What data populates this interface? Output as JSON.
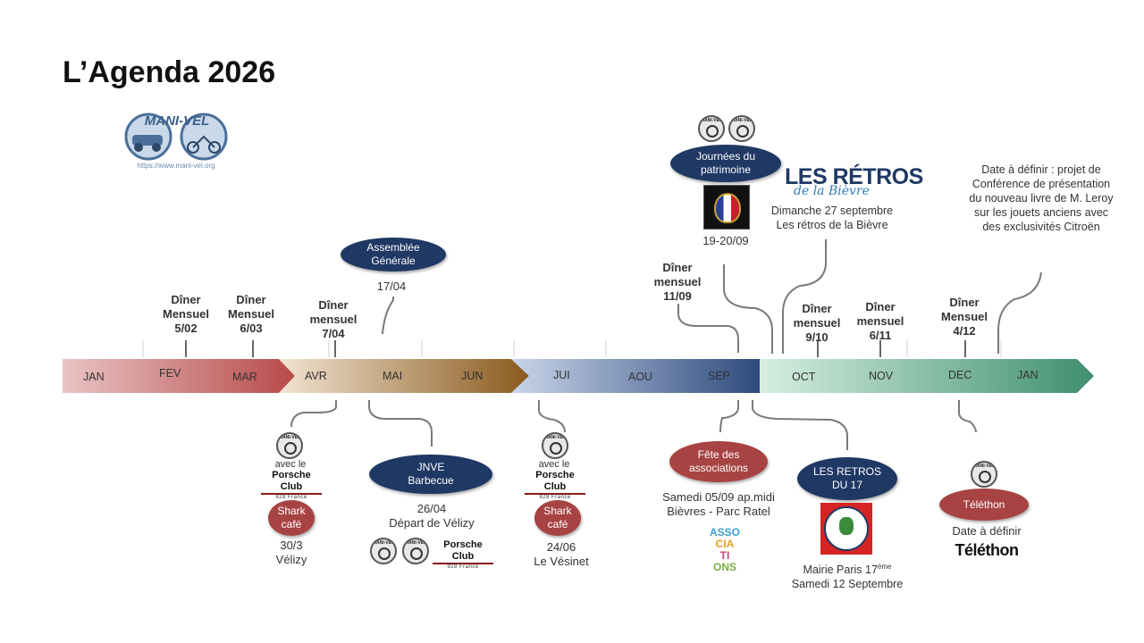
{
  "title": "L’Agenda 2026",
  "logo": {
    "name": "MANI-VEL",
    "url": "https://www.mani-vel.org"
  },
  "timeline": {
    "months": [
      "JAN",
      "FEV",
      "MAR",
      "AVR",
      "MAI",
      "JUN",
      "JUI",
      "AOU",
      "SEP",
      "OCT",
      "NOV",
      "DEC",
      "JAN"
    ],
    "colors": {
      "winter": "#b84a4a",
      "spring": "#8a5a1e",
      "summer": "#2e4a7d",
      "autumn": "#3f8f6e"
    }
  },
  "events": {
    "diner_feb": [
      "Dîner",
      "Mensuel",
      "5/02"
    ],
    "diner_mar": [
      "Dîner",
      "Mensuel",
      "6/03"
    ],
    "diner_apr": [
      "Dîner",
      "mensuel",
      "7/04"
    ],
    "ag": {
      "label1": "Assemblée",
      "label2": "Générale",
      "date": "17/04"
    },
    "diner_sep": [
      "Dîner",
      "mensuel",
      "11/09"
    ],
    "patrimoine": {
      "label1": "Journées du",
      "label2": "patrimoine",
      "date": "19-20/09"
    },
    "retros_bievre": {
      "logo1": "LES RÉTROS",
      "logo2": "de la Bièvre",
      "line1": "Dimanche  27 septembre",
      "line2": "Les rétros de la Bièvre"
    },
    "diner_oct": [
      "Dîner",
      "mensuel",
      "9/10"
    ],
    "diner_nov": [
      "Dîner",
      "mensuel",
      "6/11"
    ],
    "diner_dec": [
      "Dîner",
      "Mensuel",
      "4/12"
    ],
    "conference": [
      "Date à définir : projet de",
      "Conférence  de présentation",
      "du nouveau livre de M. Leroy",
      "sur les jouets anciens avec",
      "des exclusivités Citroën"
    ],
    "shark1": {
      "avec": "avec le",
      "club": "Porsche Club",
      "sub": "928 France",
      "label1": "Shark",
      "label2": "café",
      "date": "30/3",
      "place": "Vélizy"
    },
    "jnve": {
      "label1": "JNVE",
      "label2": "Barbecue",
      "date": "26/04",
      "place": "Départ de Vélizy",
      "club": "Porsche Club",
      "sub": "928 France"
    },
    "shark2": {
      "avec": "avec le",
      "club": "Porsche Club",
      "sub": "928 France",
      "label1": "Shark",
      "label2": "café",
      "date": "24/06",
      "place": "Le Vésinet"
    },
    "fete": {
      "label1": "Fête des",
      "label2": "associations",
      "line1": "Samedi 05/09 ap.midi",
      "line2": "Bièvres - Parc Ratel",
      "logo": [
        "ASSO",
        "CIA",
        "TI",
        "ONS"
      ]
    },
    "retros17": {
      "label1": "LES RETROS",
      "label2": "DU 17",
      "line1": "Mairie Paris 17",
      "sup": "ème",
      "line2": "Samedi 12 Septembre"
    },
    "telethon": {
      "label": "Téléthon",
      "line1": "Date à définir",
      "logo": "Téléthon"
    }
  },
  "mini_logo_text": "MANI-VEL"
}
